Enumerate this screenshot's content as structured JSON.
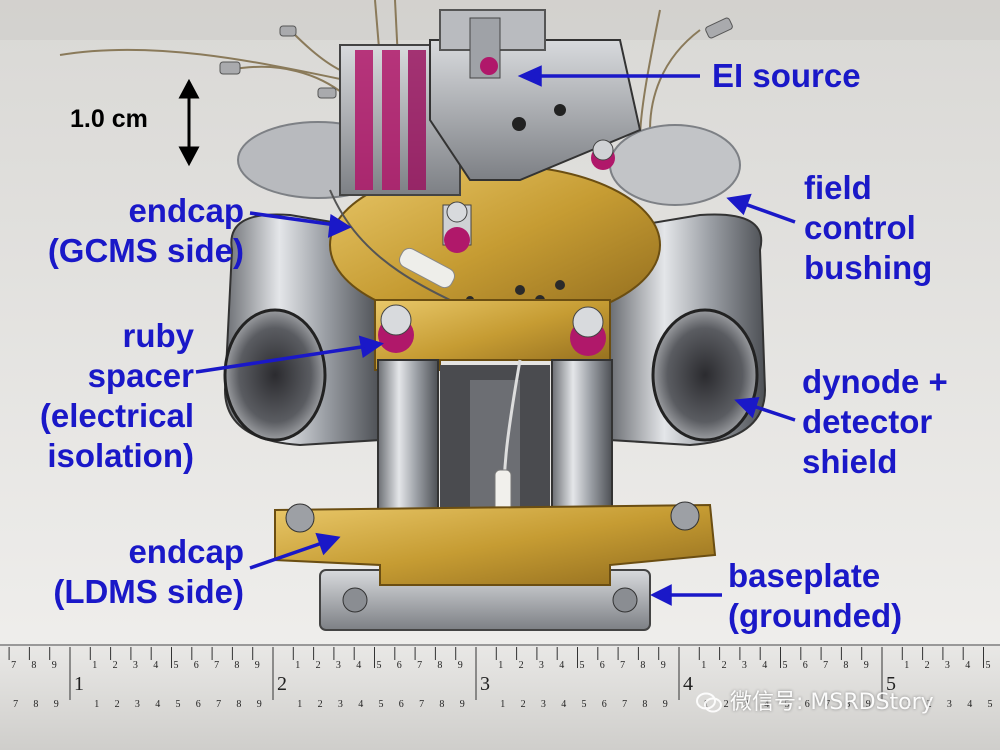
{
  "scale_bar": {
    "label": "1.0 cm"
  },
  "labels": {
    "ei_source": [
      "EI source"
    ],
    "endcap_gcms": [
      "endcap",
      "(GCMS side)"
    ],
    "field_control": [
      "field",
      "control",
      "bushing"
    ],
    "ruby_spacer": [
      "ruby",
      "spacer",
      "(electrical",
      "isolation)"
    ],
    "dynode": [
      "dynode +",
      "detector",
      "shield"
    ],
    "endcap_ldms": [
      "endcap",
      "(LDMS side)"
    ],
    "baseplate": [
      "baseplate",
      "(grounded)"
    ]
  },
  "ruler": {
    "major": [
      "1",
      "2",
      "3",
      "4",
      "5"
    ],
    "minor": [
      "1",
      "2",
      "3",
      "4",
      "5",
      "6",
      "7",
      "8",
      "9"
    ]
  },
  "watermark": {
    "text": "微信号: MSRDStory"
  },
  "colors": {
    "label": "#1a18c8",
    "background": "#ecebe9",
    "brass": "#c9a23a",
    "ruby": "#b0186a"
  }
}
